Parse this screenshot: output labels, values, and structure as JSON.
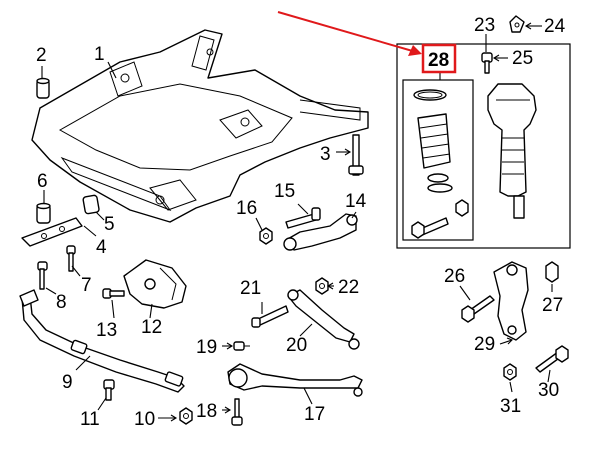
{
  "diagram": {
    "highlight_color": "#e0191b",
    "highlighted_part": "28",
    "callouts": [
      {
        "id": "c1",
        "label": "1"
      },
      {
        "id": "c2",
        "label": "2"
      },
      {
        "id": "c3",
        "label": "3"
      },
      {
        "id": "c4",
        "label": "4"
      },
      {
        "id": "c5",
        "label": "5"
      },
      {
        "id": "c6",
        "label": "6"
      },
      {
        "id": "c7",
        "label": "7"
      },
      {
        "id": "c8",
        "label": "8"
      },
      {
        "id": "c9",
        "label": "9"
      },
      {
        "id": "c10",
        "label": "10"
      },
      {
        "id": "c11",
        "label": "11"
      },
      {
        "id": "c12",
        "label": "12"
      },
      {
        "id": "c13",
        "label": "13"
      },
      {
        "id": "c14",
        "label": "14"
      },
      {
        "id": "c15",
        "label": "15"
      },
      {
        "id": "c16",
        "label": "16"
      },
      {
        "id": "c17",
        "label": "17"
      },
      {
        "id": "c18",
        "label": "18"
      },
      {
        "id": "c19",
        "label": "19"
      },
      {
        "id": "c20",
        "label": "20"
      },
      {
        "id": "c21",
        "label": "21"
      },
      {
        "id": "c22",
        "label": "22"
      },
      {
        "id": "c23",
        "label": "23"
      },
      {
        "id": "c24",
        "label": "24"
      },
      {
        "id": "c25",
        "label": "25"
      },
      {
        "id": "c26",
        "label": "26"
      },
      {
        "id": "c27",
        "label": "27"
      },
      {
        "id": "c28",
        "label": "28"
      },
      {
        "id": "c29",
        "label": "29"
      },
      {
        "id": "c30",
        "label": "30"
      },
      {
        "id": "c31",
        "label": "31"
      }
    ]
  }
}
